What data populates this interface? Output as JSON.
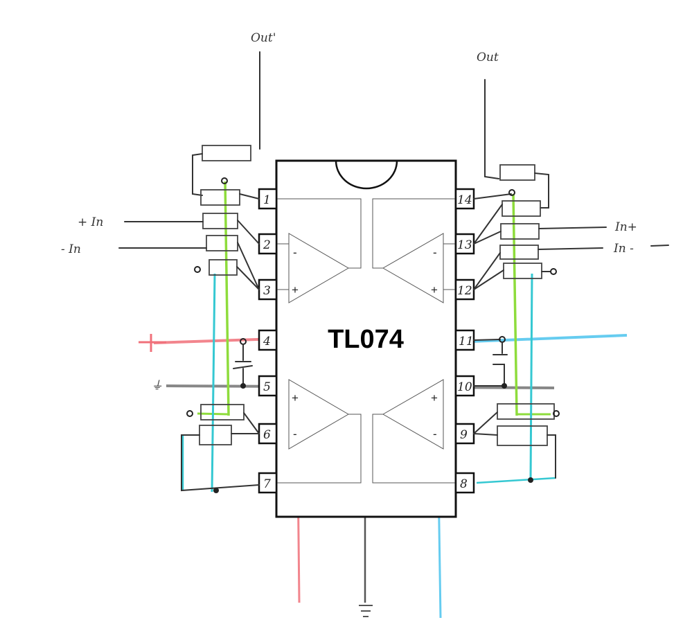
{
  "chip": {
    "title": "TL074"
  },
  "pins_left": [
    "1",
    "2",
    "3",
    "4",
    "5",
    "6",
    "7"
  ],
  "pins_right": [
    "14",
    "13",
    "12",
    "11",
    "10",
    "9",
    "8"
  ],
  "opamp_signs": {
    "minus": "-",
    "plus": "+"
  },
  "labels": {
    "out_left": "Out'",
    "out_right": "Out",
    "in_plus_left": "+ In",
    "in_minus_left": "- In",
    "in_plus_right": "In+",
    "in_minus_right": "In -",
    "vplus": "+",
    "vminus": "-",
    "ground_left": "⏚"
  },
  "colors": {
    "positive_rail": "#f0707a",
    "negative_rail": "#4cc4ee",
    "ground": "#555555",
    "green_wire": "#8edc3c",
    "teal_wire": "#35c8d2"
  }
}
